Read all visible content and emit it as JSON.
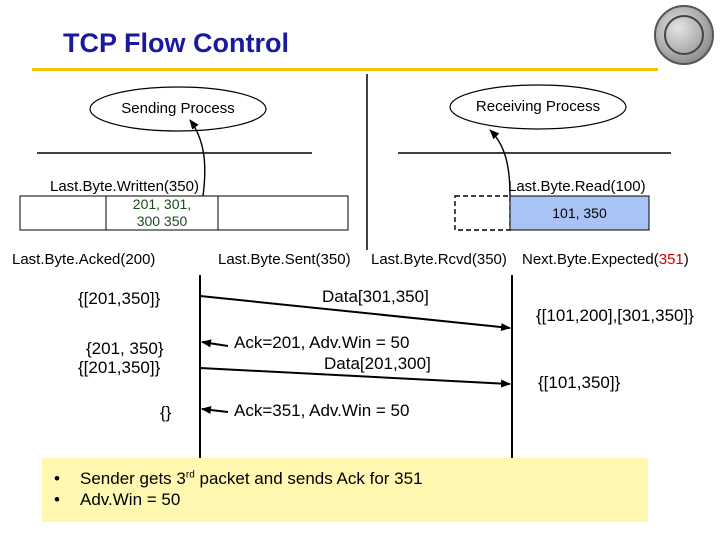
{
  "title": "TCP Flow Control",
  "sender": {
    "process_label": "Sending Process",
    "last_byte_written": "Last.Byte.Written(350)",
    "buffer_line1": "201, 301,",
    "buffer_line2": "300 350",
    "last_byte_acked": "Last.Byte.Acked(200)",
    "last_byte_sent": "Last.Byte.Sent(350)"
  },
  "receiver": {
    "process_label": "Receiving Process",
    "last_byte_read": "Last.Byte.Read(100)",
    "buffer_text": "101, 350",
    "last_byte_rcvd": "Last.Byte.Rcvd(350)",
    "next_byte_expected_prefix": "Next.Byte.Expected(",
    "next_byte_expected_value": "351",
    "next_byte_expected_suffix": ")"
  },
  "exchange": {
    "sender_state_1": "{[201,350]}",
    "data_msg_1": "Data[301,350]",
    "receiver_state_1": "{[101,200],[301,350]}",
    "sender_state_2a": "{201, 350}",
    "sender_state_2b": "{[201,350]}",
    "ack_msg_1": "Ack=201, Adv.Win = 50",
    "data_msg_2": "Data[201,300]",
    "receiver_state_2": "{[101,350]}",
    "sender_state_3": "{}",
    "ack_msg_2": "Ack=351, Adv.Win = 50"
  },
  "notes": {
    "bullet_glyph": "•",
    "note1_before": "Sender gets 3",
    "note1_sup": "rd",
    "note1_after": " packet and sends Ack for 351",
    "note2": "Adv.Win = 50"
  },
  "colors": {
    "title": "#1a1a9c",
    "title_rule": "#f2c200",
    "receiver_buffer": "#a9c4f4",
    "note_bg": "#fff8b0",
    "highlight": "#cc0000"
  }
}
